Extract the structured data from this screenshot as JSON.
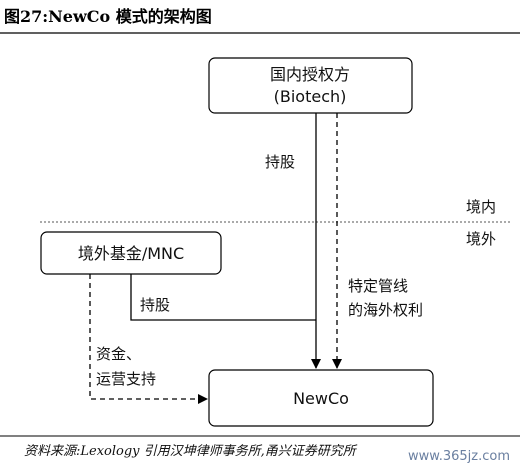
{
  "title": "图27:NewCo 模式的架构图",
  "nodes": {
    "licensor": {
      "line1": "国内授权方",
      "line2": "(Biotech)"
    },
    "fund": {
      "label": "境外基金/MNC"
    },
    "newco": {
      "label": "NewCo"
    }
  },
  "edge_labels": {
    "holding_top": "持股",
    "holding_mid": "持股",
    "rights_line1": "特定管线",
    "rights_line2": "的海外权利",
    "funding_line1": "资金、",
    "funding_line2": "运营支持"
  },
  "regions": {
    "domestic": "境内",
    "overseas": "境外"
  },
  "source": "资料来源:Lexology 引用汉坤律师事务所,甬兴证券研究所",
  "watermark": "www.365jz.com"
}
